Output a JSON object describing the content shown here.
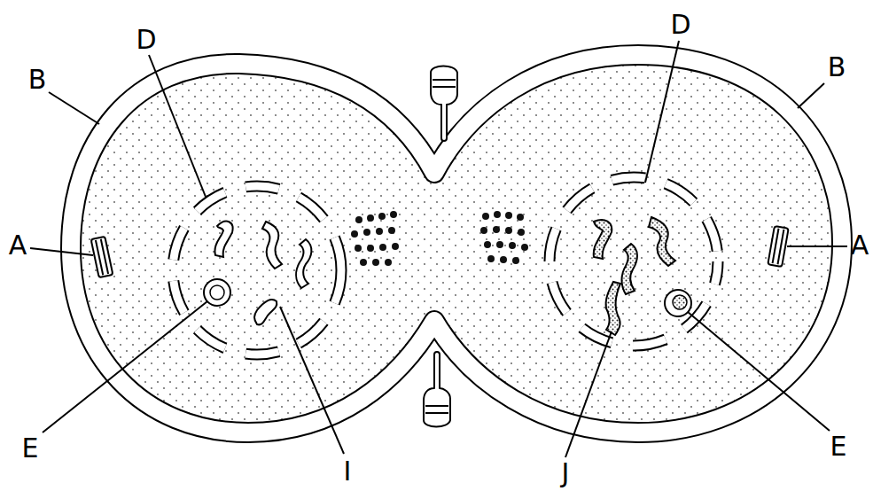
{
  "diagram": {
    "labels": [
      "D",
      "D",
      "B",
      "B",
      "A",
      "A",
      "E",
      "I",
      "J",
      "E"
    ]
  }
}
